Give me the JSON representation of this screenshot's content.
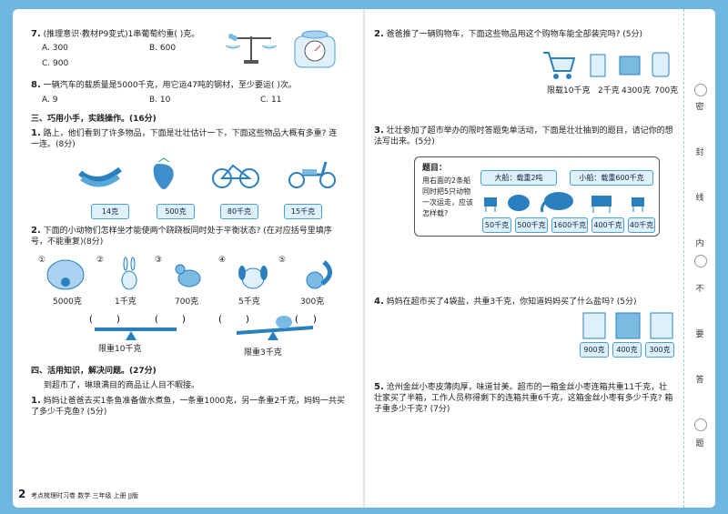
{
  "left": {
    "q7": {
      "num": "7.",
      "text": "(推理意识·教材P9变式)1串葡萄约重(       )克。",
      "opts": [
        "A. 300",
        "B. 600",
        "C. 900"
      ]
    },
    "q8": {
      "num": "8.",
      "text": "一辆汽车的载质量是5000千克，用它运47吨的钢材，至少要运(       )次。",
      "opts": [
        "A. 9",
        "B. 10",
        "C. 11"
      ]
    },
    "sec3": "三、巧用小手，实践操作。(16分)",
    "q1": {
      "num": "1.",
      "text": "路上，他们看到了许多物品，下面是壮壮估计一下，下面这些物品大概有多重? 连一连。(8分)",
      "tags": [
        "14克",
        "500克",
        "80千克",
        "15千克"
      ]
    },
    "q2": {
      "num": "2.",
      "text": "下面的小动物们怎样坐才能使两个跷跷板同时处于平衡状态? (在对应括号里填序号，不能重复)(8分)",
      "animals": [
        {
          "n": "①",
          "w": "5000克"
        },
        {
          "n": "②",
          "w": "1千克"
        },
        {
          "n": "③",
          "w": "700克"
        },
        {
          "n": "④",
          "w": "5千克"
        },
        {
          "n": "⑤",
          "w": "300克"
        }
      ],
      "limits": [
        "限重10千克",
        "限重3千克"
      ]
    },
    "sec4": "四、活用知识，解决问题。(27分)",
    "intro": "到超市了，琳琅满目的商品让人目不暇接。",
    "q1b": {
      "num": "1.",
      "text": "妈妈让爸爸去买1条鱼准备做水煮鱼，一条重1000克，另一条重2千克，妈妈一共买了多少千克鱼? (5分)"
    },
    "footer": "考点梳理时习卷  数学  三年级  上册  JJ版",
    "page_num": "2"
  },
  "right": {
    "q2": {
      "num": "2.",
      "text": "爸爸推了一辆购物车，下面这些物品用这个购物车能全部装完吗? (5分)",
      "tags": [
        "限载10千克",
        "2千克",
        "4300克",
        "700克"
      ]
    },
    "q3": {
      "num": "3.",
      "text": "壮壮参加了超市举办的限时答题免单活动，下面是壮壮抽到的题目，请记你的想法写出来。(5分)",
      "box_title": "题目：",
      "box_body": "用右面的2条船同时把5只动物一次运走，应该怎样载?",
      "boat1": "大船：载重2吨",
      "boat2": "小船：载重600千克",
      "weights": [
        "50千克",
        "500千克",
        "1600千克",
        "400千克",
        "40千克"
      ]
    },
    "q4": {
      "num": "4.",
      "text": "妈妈在超市买了4袋盐，共重3千克，你知道妈妈买了什么盐吗? (5分)",
      "tags": [
        "900克",
        "400克",
        "300克"
      ]
    },
    "q5": {
      "num": "5.",
      "text": "沧州金丝小枣皮薄肉厚，味道甘美。超市的一箱金丝小枣连箱共重11千克，壮壮家买了半箱，工作人员称得剩下的连箱共重6千克，这箱金丝小枣有多少千克? 箱子重多少千克? (7分)"
    }
  },
  "binding": {
    "words": [
      "密",
      "封",
      "线",
      "内",
      "不",
      "要",
      "答",
      "题"
    ]
  },
  "colors": {
    "border": "#6fb6e0",
    "tag_border": "#4aa0d8",
    "tag_fill": "#dff0fb"
  }
}
